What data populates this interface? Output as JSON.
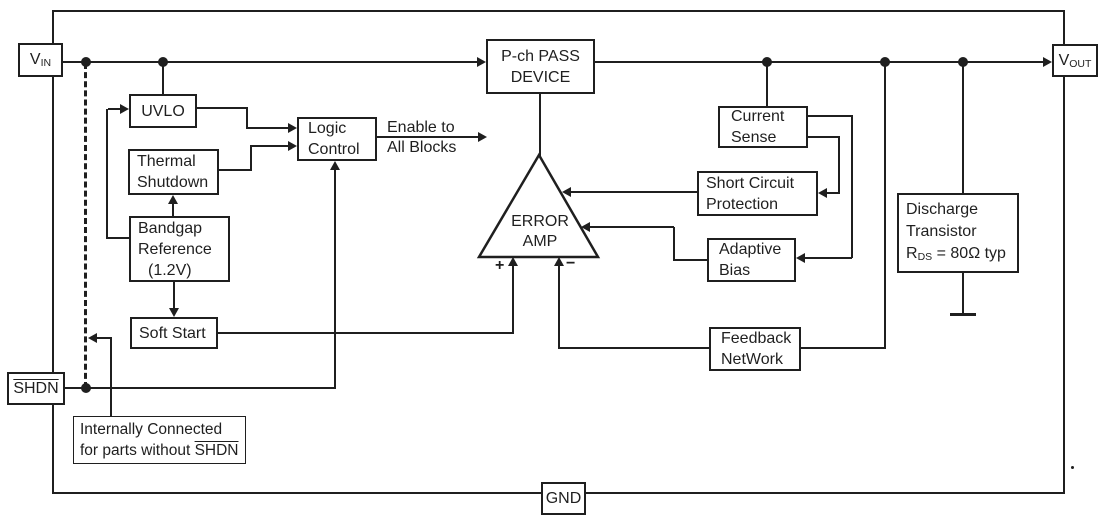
{
  "colors": {
    "ink": "#1f1f1f",
    "background": "#ffffff"
  },
  "pins": {
    "vin": {
      "prefix": "V",
      "sub": "IN"
    },
    "vout": {
      "prefix": "V",
      "sub": "OUT"
    },
    "shdn": {
      "label": "SHDN"
    },
    "gnd": {
      "label": "GND"
    }
  },
  "blocks": {
    "uvlo": {
      "label": "UVLO"
    },
    "thermal": {
      "line1": "Thermal",
      "line2": "Shutdown"
    },
    "bandgap": {
      "line1": "Bandgap",
      "line2": "Reference",
      "line3": "(1.2V)"
    },
    "soft_start": {
      "label": "Soft Start"
    },
    "logic": {
      "line1": "Logic",
      "line2": "Control"
    },
    "enable": {
      "line1": "Enable to",
      "line2": "All Blocks"
    },
    "pass_device": {
      "line1": "P-ch PASS",
      "line2": "DEVICE"
    },
    "error_amp": {
      "line1": "ERROR",
      "line2": "AMP",
      "plus": "+",
      "minus": "−"
    },
    "current_sense": {
      "line1": "Current",
      "line2": "Sense"
    },
    "short_circuit": {
      "line1": "Short Circuit",
      "line2": "Protection"
    },
    "adaptive_bias": {
      "line1": "Adaptive",
      "line2": "Bias"
    },
    "feedback": {
      "line1": "Feedback",
      "line2": "NetWork"
    },
    "discharge": {
      "line1": "Discharge",
      "line2": "Transistor",
      "r_sym": "R",
      "r_sub": "DS",
      "r_value": " = 80Ω typ"
    }
  },
  "note": {
    "line1": "Internally Connected",
    "line2_prefix": "for parts without ",
    "line2_pin": "SHDN"
  }
}
